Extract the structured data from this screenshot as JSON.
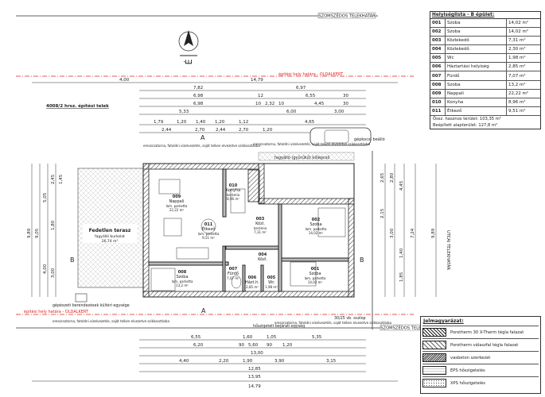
{
  "labels": {
    "neighbor_top": "SZOMSZÉDOS TELEKHATÁR",
    "neighbor_bottom": "SZOMSZÉDOS TELEKHATÁR",
    "right_boundary": "UTCAI TELEKHATÁR",
    "building_line_top": "építési hely határa - OLDALKERT",
    "building_line_bottom": "építési hely határa - OLDALKERT",
    "plot_name": "4008/2 hrsz. építési telek",
    "parking": "gépkocsi beálló",
    "paving": "fagyálló (gyűrűkő) kőlépcső",
    "terrace_name": "Fedetlen terasz",
    "terrace_sub": "fagyálló burkolat",
    "terrace_area": "26,74 m²",
    "engineering": "gépészeti berendezések kültéri egysége",
    "pillar": "30/25 vb. oszlop",
    "entry": "hőszigetelt bejárati egység",
    "note_1": "ereszcsatorna, fatoldni vízelvezetés, saját telken elvezetve szikkasztásba",
    "north": "É"
  },
  "rooms": [
    {
      "code": "009",
      "name": "Nappali",
      "sub": "lam. parketta",
      "area": "22,22 m²"
    },
    {
      "code": "010",
      "name": "Konyha",
      "sub": "kerámia",
      "area": "8,96 m²"
    },
    {
      "code": "011",
      "name": "Étkező",
      "sub": "lam. parketta",
      "area": "9,51 m²"
    },
    {
      "code": "003",
      "name": "Közl.",
      "sub": "kerámia",
      "area": "7,31 m²"
    },
    {
      "code": "002",
      "name": "Szoba",
      "sub": "lam. parketta",
      "area": "14,02 m²"
    },
    {
      "code": "001",
      "name": "Szoba",
      "sub": "lam. parketta",
      "area": "14,02 m²"
    },
    {
      "code": "008",
      "name": "Szoba",
      "sub": "lam. parketta",
      "area": "13,2 m²"
    },
    {
      "code": "007",
      "name": "Fürdő",
      "sub": "kerámia",
      "area": "7,07 m²"
    },
    {
      "code": "006",
      "name": "Házt.h.",
      "sub": "kerámia",
      "area": "2,85 m²"
    },
    {
      "code": "005",
      "name": "Wc",
      "sub": "kerámia",
      "area": "1,98 m²"
    },
    {
      "code": "004",
      "name": "Közl.",
      "sub": "kerámia",
      "area": "2,30 m²"
    }
  ],
  "top_dims": [
    "4,00",
    "14,79",
    "7,82",
    "6,97",
    "6,98",
    "12",
    "6,55",
    "30",
    "6,98",
    "10",
    "2,32",
    "10",
    "4,45",
    "30",
    "5,33",
    "6,00",
    "3,00",
    "1,79",
    "1,20",
    "1,40",
    "1,20",
    "1,12",
    "2,44",
    "2,70",
    "2,44",
    "2,70",
    "1,20",
    "4,65"
  ],
  "bottom_dims": [
    "6,55",
    "1,60",
    "1,05",
    "5,35",
    "6,20",
    "90",
    "5,60",
    "90",
    "1,20",
    "13,00",
    "4,40",
    "2,20",
    "1,90",
    "3,90",
    "3,15",
    "12,85",
    "13,95",
    "14,79"
  ],
  "left_dims": [
    "9,89",
    "9,05",
    "5,05",
    "4,00",
    "1,80",
    "3,00",
    "2,45",
    "1,45"
  ],
  "right_dims": [
    "2,65",
    "2,80",
    "2,15",
    "3,00",
    "1,40",
    "1,85",
    "7,24",
    "9,89",
    "4,45"
  ],
  "schedule": {
    "title": "Helyiséglista - B épület:",
    "rows": [
      {
        "code": "001",
        "name": "Szoba",
        "area": "14,02 m²"
      },
      {
        "code": "002",
        "name": "Szoba",
        "area": "14,02 m²"
      },
      {
        "code": "003",
        "name": "Közlekedő",
        "area": "7,31 m²"
      },
      {
        "code": "004",
        "name": "Közlekedő",
        "area": "2,30 m²"
      },
      {
        "code": "005",
        "name": "Wc",
        "area": "1,98 m²"
      },
      {
        "code": "006",
        "name": "Háztartási helyiség",
        "area": "2,85 m²"
      },
      {
        "code": "007",
        "name": "Fürdő",
        "area": "7,07 m²"
      },
      {
        "code": "008",
        "name": "Szoba",
        "area": "13,2 m²"
      },
      {
        "code": "009",
        "name": "Nappali",
        "area": "22,22 m²"
      },
      {
        "code": "010",
        "name": "Konyha",
        "area": "8,96 m²"
      },
      {
        "code": "011",
        "name": "Étkező",
        "area": "9,51 m²"
      }
    ],
    "total_net": "Össz. hasznos terület: 103,35 m²",
    "total_built": "Beépített alapterület: 127,8 m²"
  },
  "legend": {
    "title": "Jelmagyarázat:",
    "items": [
      "Porotherm 30 X-Therm tégla falazat",
      "Porotherm válaszfal tégla falazat",
      "vasbeton szerkezet",
      "EPS hőszigetelés",
      "XPS hőszigetelés"
    ]
  }
}
